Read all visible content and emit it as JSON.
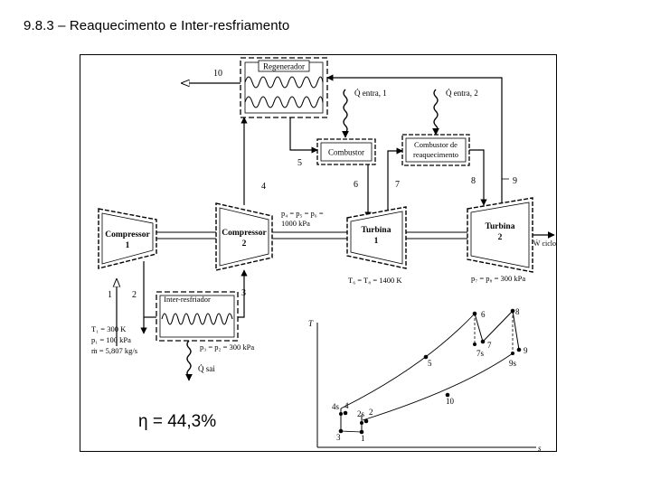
{
  "slide": {
    "title": "9.8.3 – Reaquecimento e Inter-resfriamento"
  },
  "diagram": {
    "regenerator": "Regenerador",
    "combustor": "Combustor",
    "reheat_combustor": [
      "Combustor de",
      "reaquecimento"
    ],
    "compressor1": [
      "Compressor",
      "1"
    ],
    "compressor2": [
      "Compressor",
      "2"
    ],
    "turbine1": [
      "Turbina",
      "1"
    ],
    "turbine2": [
      "Turbina",
      "2"
    ],
    "intercooler": "Inter-resfriador",
    "heat_in_1": "Q̇ entra, 1",
    "heat_in_2": "Q̇ entra, 2",
    "heat_out": "Q̇ sai",
    "work_out": "Ẇ ciclo",
    "pressure_high": [
      "p₄ = p₅ = p₆ =",
      "1000 kPa"
    ],
    "turbine_temps": "T₆ = T₈ = 1400 K",
    "pressure_turbine2": "p₇ = p₈ = 300 kPa",
    "inlet_conditions": [
      "T₁ = 300 K",
      "p₁ = 100 kPa",
      "ṁ = 5,807 kg/s"
    ],
    "intercooler_pressure": "p₃ = p₂ = 300 kPa",
    "state_numbers": [
      "10",
      "5",
      "4",
      "6",
      "7",
      "8",
      "9",
      "1",
      "2",
      "3"
    ]
  },
  "ts_diagram": {
    "y_axis": "T",
    "x_axis": "s",
    "points": [
      "6",
      "8",
      "7",
      "7s",
      "9",
      "9s",
      "5",
      "10",
      "4s",
      "4",
      "2s",
      "2",
      "3",
      "1"
    ]
  },
  "efficiency": "η = 44,3%"
}
